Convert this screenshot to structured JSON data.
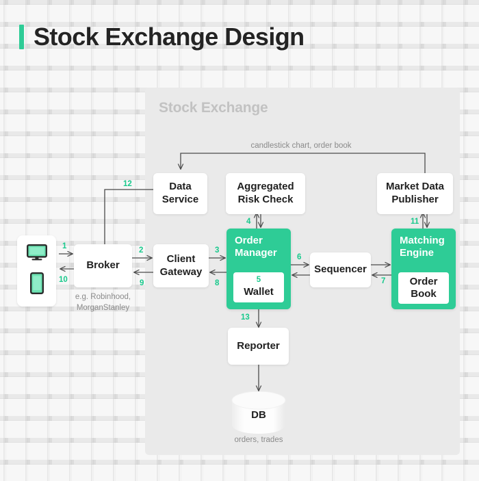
{
  "header": {
    "title": "Stock Exchange Design",
    "accent_color": "#2ecc96"
  },
  "diagram": {
    "container_label": "Stock Exchange",
    "colors": {
      "green": "#2ecc96",
      "step_number": "#18c98c",
      "container_bg": "#eaeaea",
      "node_bg": "#ffffff",
      "text": "#1f1f1f",
      "caption": "#8a8a8a"
    },
    "nodes": {
      "clients": {
        "label": "",
        "icons": [
          "monitor-icon",
          "phone-icon"
        ]
      },
      "broker": {
        "label": "Broker",
        "caption": "e.g. Robinhood,\nMorganStanley"
      },
      "client_gateway": {
        "label": "Client\nGateway"
      },
      "data_service": {
        "label": "Data\nService"
      },
      "aggregated_risk_check": {
        "label": "Aggregated\nRisk Check"
      },
      "market_data_publisher": {
        "label": "Market Data\nPublisher"
      },
      "order_manager": {
        "label": "Order\nManager",
        "inner": {
          "label": "Wallet",
          "step": "5"
        }
      },
      "sequencer": {
        "label": "Sequencer"
      },
      "matching_engine": {
        "label": "Matching\nEngine",
        "inner": {
          "label": "Order\nBook"
        }
      },
      "reporter": {
        "label": "Reporter"
      },
      "db": {
        "label": "DB",
        "caption": "orders, trades"
      }
    },
    "edge_labels": {
      "market_data_feed": "candlestick chart, order book"
    },
    "steps": [
      {
        "id": "1",
        "from": "clients",
        "to": "broker"
      },
      {
        "id": "2",
        "from": "broker",
        "to": "client_gateway"
      },
      {
        "id": "3",
        "from": "client_gateway",
        "to": "order_manager"
      },
      {
        "id": "4",
        "from": "aggregated_risk_check",
        "to": "order_manager"
      },
      {
        "id": "5",
        "from": "order_manager",
        "to": "wallet"
      },
      {
        "id": "6",
        "from": "order_manager",
        "to": "sequencer"
      },
      {
        "id": "7",
        "from": "sequencer",
        "to": "matching_engine"
      },
      {
        "id": "8",
        "from": "order_manager",
        "to": "client_gateway"
      },
      {
        "id": "9",
        "from": "client_gateway",
        "to": "broker"
      },
      {
        "id": "10",
        "from": "broker",
        "to": "clients"
      },
      {
        "id": "11",
        "from": "matching_engine",
        "to": "market_data_publisher"
      },
      {
        "id": "12",
        "from": "broker",
        "to": "data_service"
      },
      {
        "id": "13",
        "from": "order_manager",
        "to": "reporter"
      }
    ]
  }
}
